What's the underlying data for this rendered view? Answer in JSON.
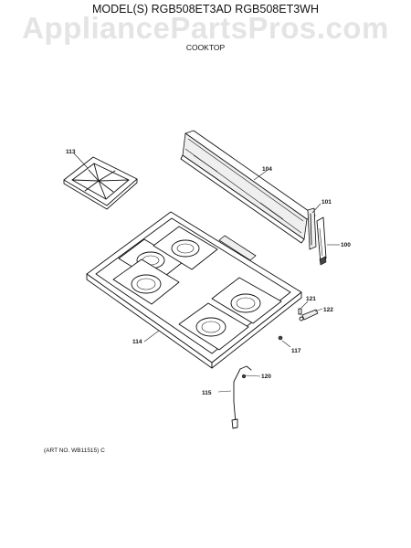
{
  "watermark": "AppliancePartsPros.com",
  "header": {
    "title": "MODEL(S) RGB508ET3AD  RGB508ET3WH",
    "subtitle": "COOKTOP"
  },
  "footer": {
    "art_no": "(ART NO. WB11515) C"
  },
  "parts": {
    "p113": "113",
    "p104": "104",
    "p101": "101",
    "p100": "100",
    "p121": "121",
    "p122": "122",
    "p114": "114",
    "p117": "117",
    "p120": "120",
    "p115": "115"
  }
}
